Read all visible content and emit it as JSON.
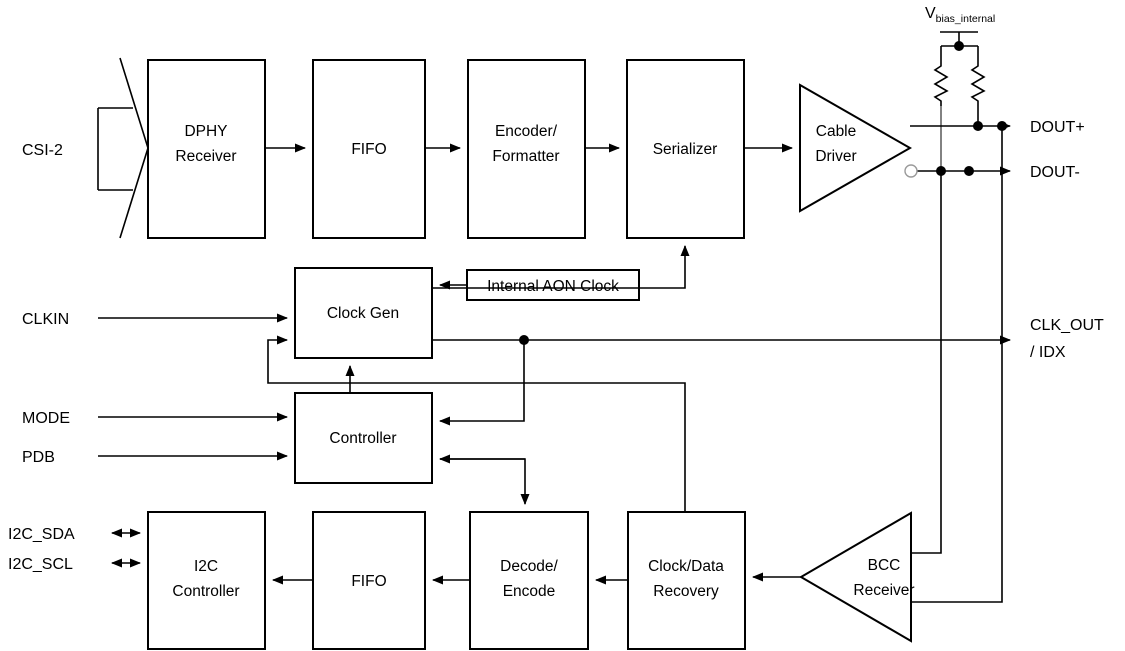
{
  "diagram": {
    "title": "Serializer block diagram",
    "stroke_color": "#000000",
    "block_fill": "#ffffff",
    "background": "#ffffff"
  },
  "blocks": {
    "dphy_receiver": "DPHY\nReceiver",
    "dphy_receiver_l1": "DPHY",
    "dphy_receiver_l2": "Receiver",
    "fifo_top": "FIFO",
    "encoder_l1": "Encoder/",
    "encoder_l2": "Formatter",
    "serializer": "Serializer",
    "cable_driver_l1": "Cable",
    "cable_driver_l2": "Driver",
    "clock_gen": "Clock Gen",
    "internal_aon_clock": "Internal AON Clock",
    "controller": "Controller",
    "i2c_controller_l1": "I2C",
    "i2c_controller_l2": "Controller",
    "fifo_bottom": "FIFO",
    "decode_l1": "Decode/",
    "decode_l2": "Encode",
    "cdr_l1": "Clock/Data",
    "cdr_l2": "Recovery",
    "bcc_receiver_l1": "BCC",
    "bcc_receiver_l2": "Receiver"
  },
  "ports": {
    "csi2": "CSI-2",
    "clkin": "CLKIN",
    "mode": "MODE",
    "pdb": "PDB",
    "i2c_sda": "I2C_SDA",
    "i2c_scl": "I2C_SCL",
    "dout_plus": "DOUT+",
    "dout_minus": "DOUT-",
    "clk_out_l1": "CLK_OUT",
    "clk_out_l2": "/ IDX"
  },
  "supply": {
    "vbias_symbol": "V",
    "vbias_subscript": "bias_internal"
  }
}
